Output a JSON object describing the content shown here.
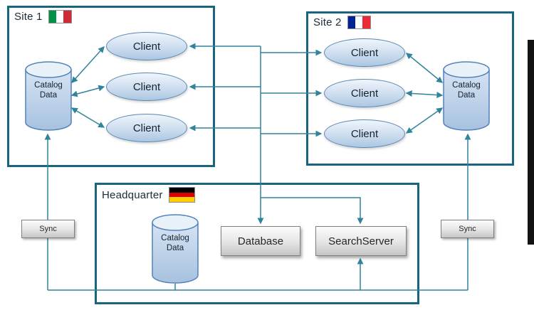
{
  "groups": {
    "site1": {
      "label": "Site 1"
    },
    "site2": {
      "label": "Site 2"
    },
    "headquarter": {
      "label": "Headquarter"
    }
  },
  "nodes": {
    "site1_catalog": "Catalog Data",
    "site2_catalog": "Catalog Data",
    "hq_catalog": "Catalog Data",
    "site1_clients": [
      "Client",
      "Client",
      "Client"
    ],
    "site2_clients": [
      "Client",
      "Client",
      "Client"
    ],
    "database": "Database",
    "search_server": "SearchServer",
    "sync_left": "Sync",
    "sync_right": "Sync"
  },
  "flags": {
    "site1": {
      "name": "italy-flag",
      "orientation": "vertical",
      "stripes": [
        "#009246",
        "#ffffff",
        "#ce2b37"
      ]
    },
    "site2": {
      "name": "france-flag",
      "orientation": "vertical",
      "stripes": [
        "#002395",
        "#ffffff",
        "#ed2939"
      ]
    },
    "headquarter": {
      "name": "germany-flag",
      "orientation": "horizontal",
      "stripes": [
        "#000000",
        "#dd0000",
        "#ffce00"
      ]
    }
  },
  "colors": {
    "group_border": "#19657f",
    "connector": "#31849b",
    "node_border": "#4f81bd",
    "node_fill": "#c6d9f0",
    "button_fill": "#e0e0e0",
    "button_border": "#808080"
  }
}
